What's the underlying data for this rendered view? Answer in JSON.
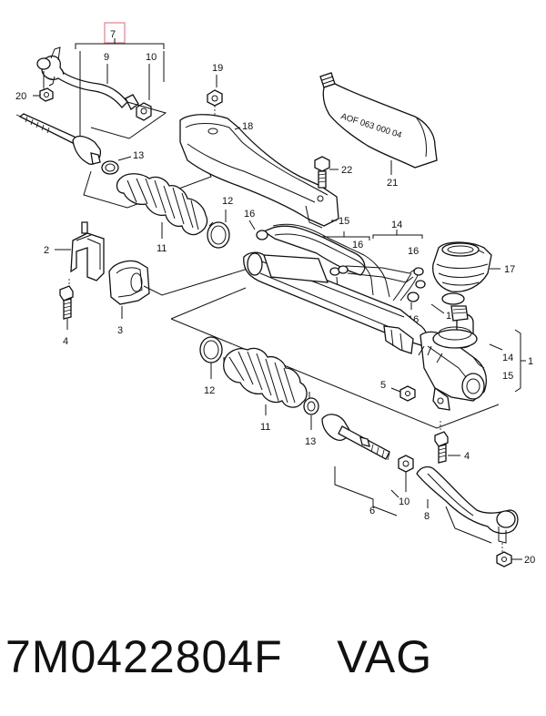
{
  "callouts": {
    "c1": "1",
    "c2": "2",
    "c3": "3",
    "c4a": "4",
    "c4b": "4",
    "c5": "5",
    "c6": "6",
    "c7": "7",
    "c8": "8",
    "c9": "9",
    "c10a": "10",
    "c10b": "10",
    "c11a": "11",
    "c11b": "11",
    "c12a": "12",
    "c12b": "12",
    "c13a": "13",
    "c13b": "13",
    "c14a": "14",
    "c14b": "14",
    "c15a": "15",
    "c15b": "15",
    "c16a": "16",
    "c16b": "16",
    "c16c": "16",
    "c16d": "16",
    "c16e": "16",
    "c16f": "16",
    "c17": "17",
    "c18": "18",
    "c19": "19",
    "c20a": "20",
    "c20b": "20",
    "c21": "21",
    "c22": "22"
  },
  "tube_label": "AOF 063 000 04",
  "caption": {
    "part_number": "7M0422804F",
    "brand": "VAG"
  },
  "colors": {
    "highlight_box": "#e87e8a",
    "ink": "#111111"
  }
}
